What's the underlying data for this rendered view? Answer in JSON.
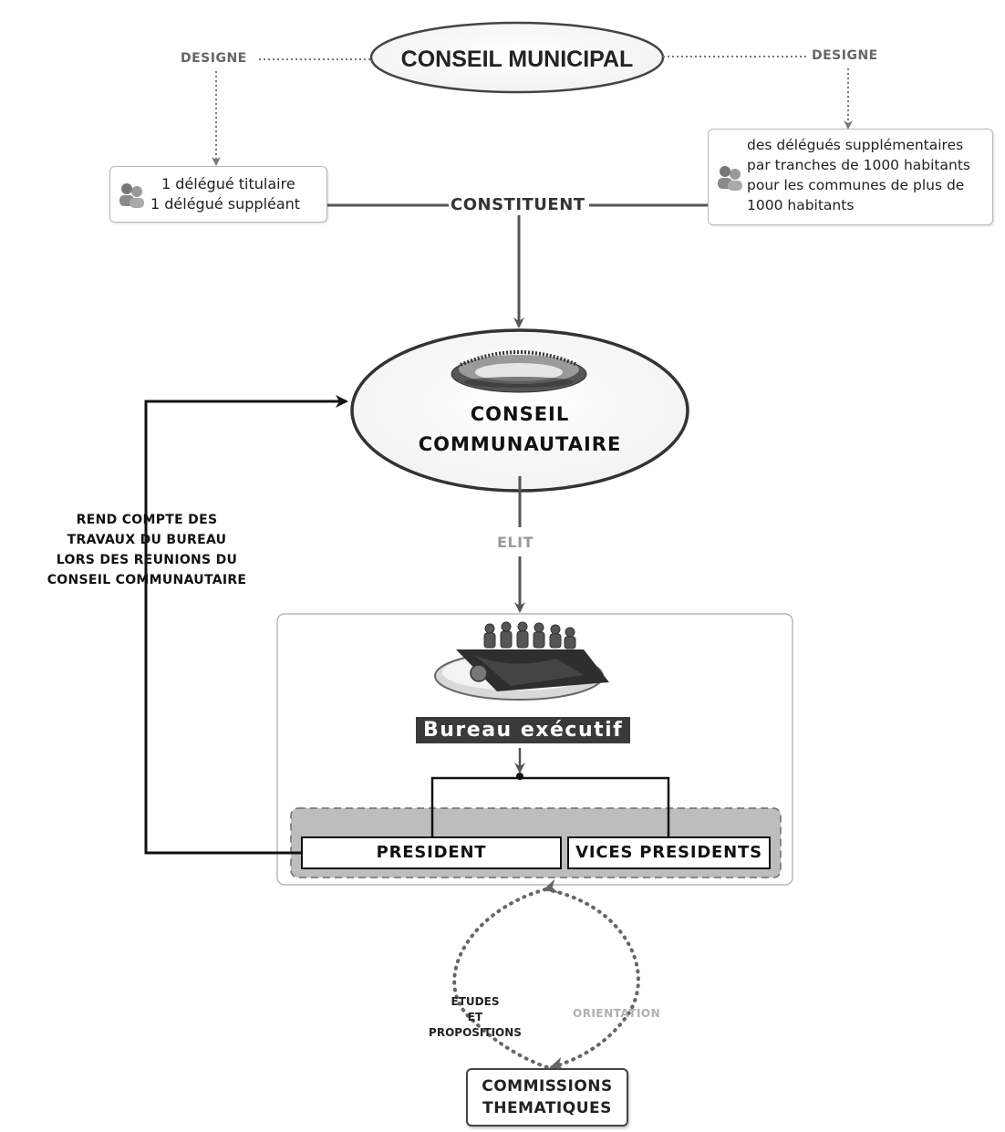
{
  "nodes": {
    "conseil_municipal": "CONSEIL MUNICIPAL",
    "delegues_left": {
      "line1": "1 délégué   titulaire",
      "line2": "1 délégué   suppléant"
    },
    "delegues_right": {
      "line1": "des délégués supplémentaires",
      "line2": "par tranches de 1000 habitants",
      "line3": "pour les communes de plus de",
      "line4": "1000 habitants"
    },
    "conseil_communautaire_line1": "CONSEIL",
    "conseil_communautaire_line2": "COMMUNAUTAIRE",
    "bureau_executif": "Bureau exécutif",
    "president": "PRESIDENT",
    "vices_presidents": "VICES PRESIDENTS",
    "commissions_line1": "COMMISSIONS",
    "commissions_line2": "THEMATIQUES"
  },
  "edges": {
    "designe_left": "DESIGNE",
    "designe_right": "DESIGNE",
    "constituent": "CONSTITUENT",
    "elit": "ELIT",
    "rend_compte": {
      "line1": "REND COMPTE DES",
      "line2": "TRAVAUX DU BUREAU",
      "line3": "LORS DES REUNIONS DU",
      "line4": "CONSEIL COMMUNAUTAIRE"
    },
    "etudes": {
      "line1": "ETUDES",
      "line2": "ET",
      "line3": "PROPOSITIONS"
    },
    "orientation": "ORIENTATION"
  },
  "colors": {
    "line_dark": "#555555",
    "line_black": "#111111",
    "dotted": "#777777",
    "dotted_loop": "#666666",
    "label_grey": "#9a9a9a",
    "bureau_bg": "#3a3a3a",
    "group_fill": "#bdbdbd"
  },
  "icons": [
    "people-icon",
    "assembly-hall-icon",
    "council-table-icon"
  ]
}
